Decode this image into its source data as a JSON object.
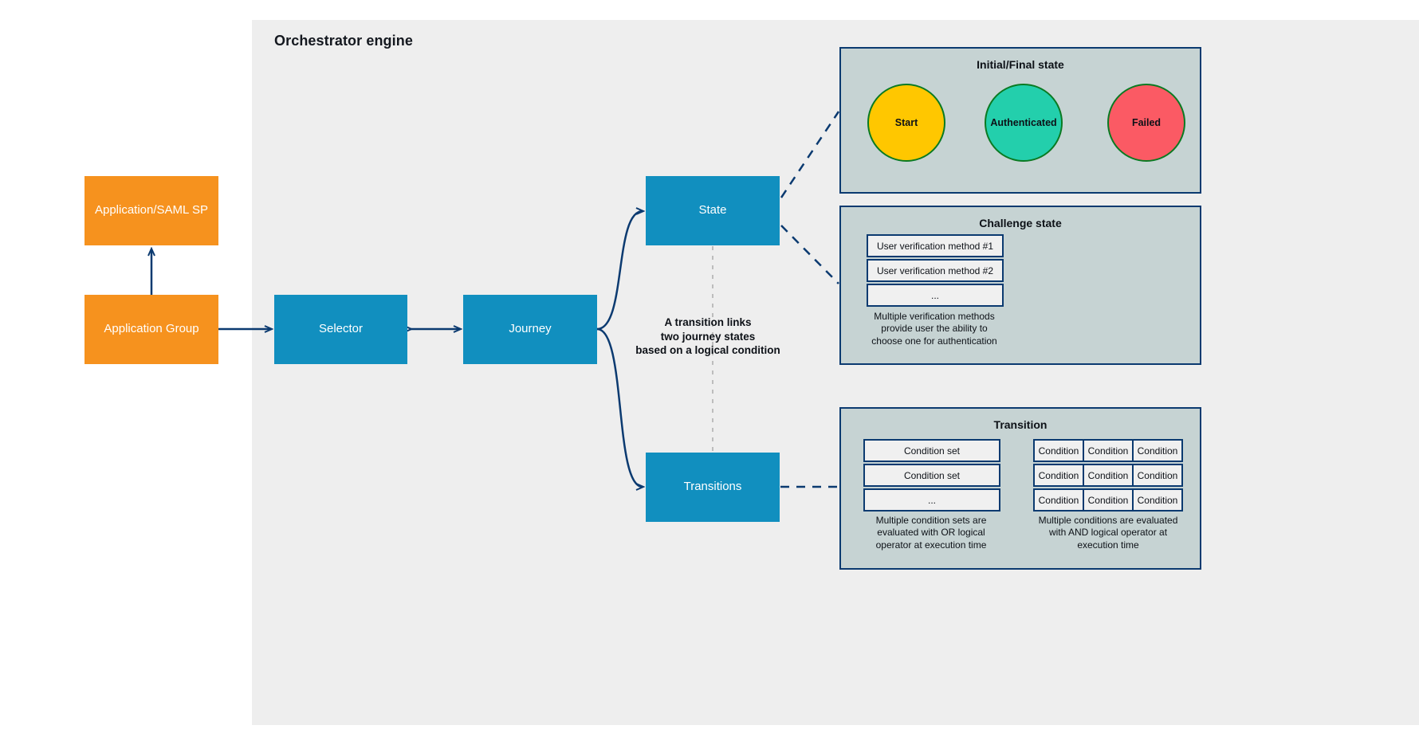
{
  "diagram": {
    "title": "Orchestrator engine",
    "colors": {
      "canvas_background": "#ffffff",
      "engine_background": "#eeeeee",
      "orange_node": "#f6921e",
      "blue_node": "#118fbf",
      "panel_fill": "#c6d3d3",
      "panel_border": "#0b3a70",
      "connector": "#0b3a70",
      "start_circle": "#ffc700",
      "authenticated_circle": "#23cfac",
      "failed_circle": "#fb5a64",
      "circle_border": "#0a7a22"
    }
  },
  "nodes": {
    "application_saml_sp": "Application/SAML SP",
    "application_group": "Application Group",
    "selector": "Selector",
    "journey": "Journey",
    "state": "State",
    "transitions": "Transitions"
  },
  "annotation": {
    "line1": "A transition links",
    "line2": "two journey states",
    "line3": "based on a logical condition"
  },
  "panels": {
    "initial_final": {
      "title": "Initial/Final state",
      "circles": [
        {
          "label": "Start"
        },
        {
          "label": "Authenticated"
        },
        {
          "label": "Failed"
        }
      ]
    },
    "challenge": {
      "title": "Challenge state",
      "methods": [
        "User verification method #1",
        "User verification method #2",
        "..."
      ],
      "caption_line1": "Multiple verification methods",
      "caption_line2": "provide user the ability to",
      "caption_line3": "choose one for authentication"
    },
    "transition": {
      "title": "Transition",
      "condition_sets": [
        "Condition set",
        "Condition set",
        "..."
      ],
      "conditions_grid": [
        [
          "Condition",
          "Condition",
          "Condition"
        ],
        [
          "Condition",
          "Condition",
          "Condition"
        ],
        [
          "Condition",
          "Condition",
          "Condition"
        ]
      ],
      "left_caption_line1": "Multiple condition sets are",
      "left_caption_line2": "evaluated with OR logical",
      "left_caption_line3": "operator at execution time",
      "right_caption_line1": "Multiple conditions are evaluated",
      "right_caption_line2": "with AND logical operator at",
      "right_caption_line3": "execution time"
    }
  }
}
